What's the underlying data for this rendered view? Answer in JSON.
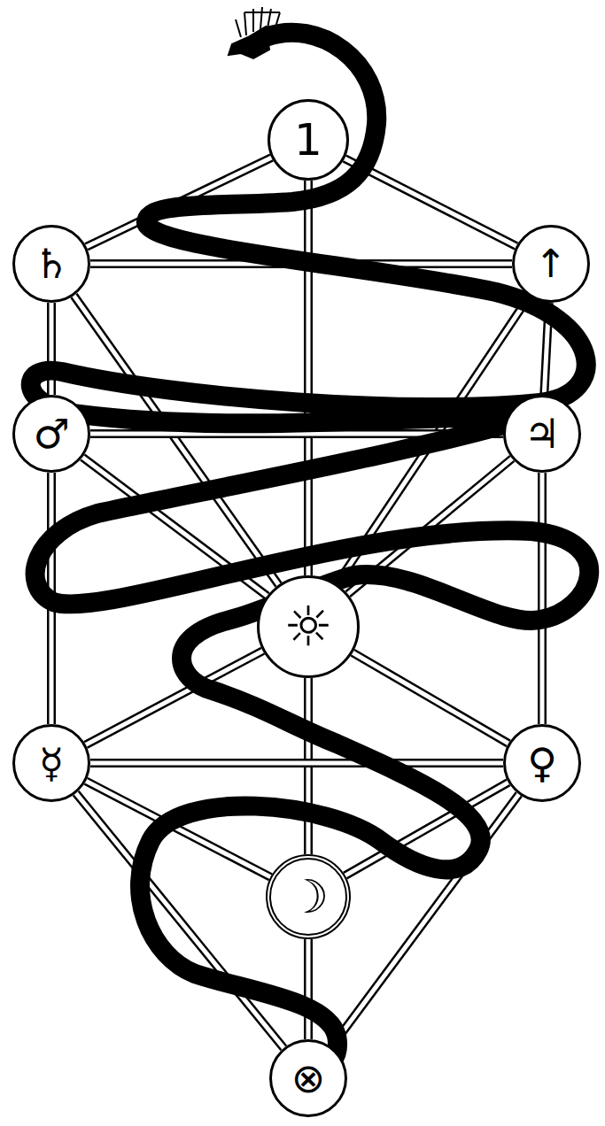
{
  "diagram": {
    "nodes": [
      {
        "text": [
          "1"
        ]
      },
      {
        "text": [
          "♄"
        ]
      },
      {
        "text": [
          "↑"
        ]
      },
      {
        "text": [
          "♂"
        ]
      },
      {
        "text": [
          "♃"
        ]
      },
      {
        "text": [
          "☼"
        ]
      },
      {
        "text": [
          "☿"
        ]
      },
      {
        "text": [
          "♀"
        ]
      },
      {
        "text": [
          "☽"
        ]
      },
      {
        "text": [
          "⊗"
        ]
      }
    ],
    "edges": [
      {
        "from": 0,
        "to": 1,
        "arrow": "none"
      },
      {
        "from": 0,
        "to": 2,
        "arrow": "none"
      },
      {
        "from": 0,
        "to": 5,
        "arrow": "none"
      },
      {
        "from": 1,
        "to": 2,
        "arrow": "none"
      },
      {
        "from": 1,
        "to": 3,
        "arrow": "none"
      },
      {
        "from": 1,
        "to": 5,
        "arrow": "none"
      },
      {
        "from": 2,
        "to": 4,
        "arrow": "none"
      },
      {
        "from": 2,
        "to": 5,
        "arrow": "none"
      },
      {
        "from": 3,
        "to": 4,
        "arrow": "none"
      },
      {
        "from": 3,
        "to": 5,
        "arrow": "none"
      },
      {
        "from": 3,
        "to": 6,
        "arrow": "none"
      },
      {
        "from": 4,
        "to": 5,
        "arrow": "none"
      },
      {
        "from": 4,
        "to": 7,
        "arrow": "none"
      },
      {
        "from": 5,
        "to": 6,
        "arrow": "none"
      },
      {
        "from": 5,
        "to": 7,
        "arrow": "none"
      },
      {
        "from": 5,
        "to": 8,
        "arrow": "none"
      },
      {
        "from": 6,
        "to": 7,
        "arrow": "none"
      },
      {
        "from": 6,
        "to": 8,
        "arrow": "none"
      },
      {
        "from": 6,
        "to": 9,
        "arrow": "none"
      },
      {
        "from": 7,
        "to": 8,
        "arrow": "none"
      },
      {
        "from": 7,
        "to": 9,
        "arrow": "none"
      },
      {
        "from": 8,
        "to": 9,
        "arrow": "none"
      }
    ]
  }
}
